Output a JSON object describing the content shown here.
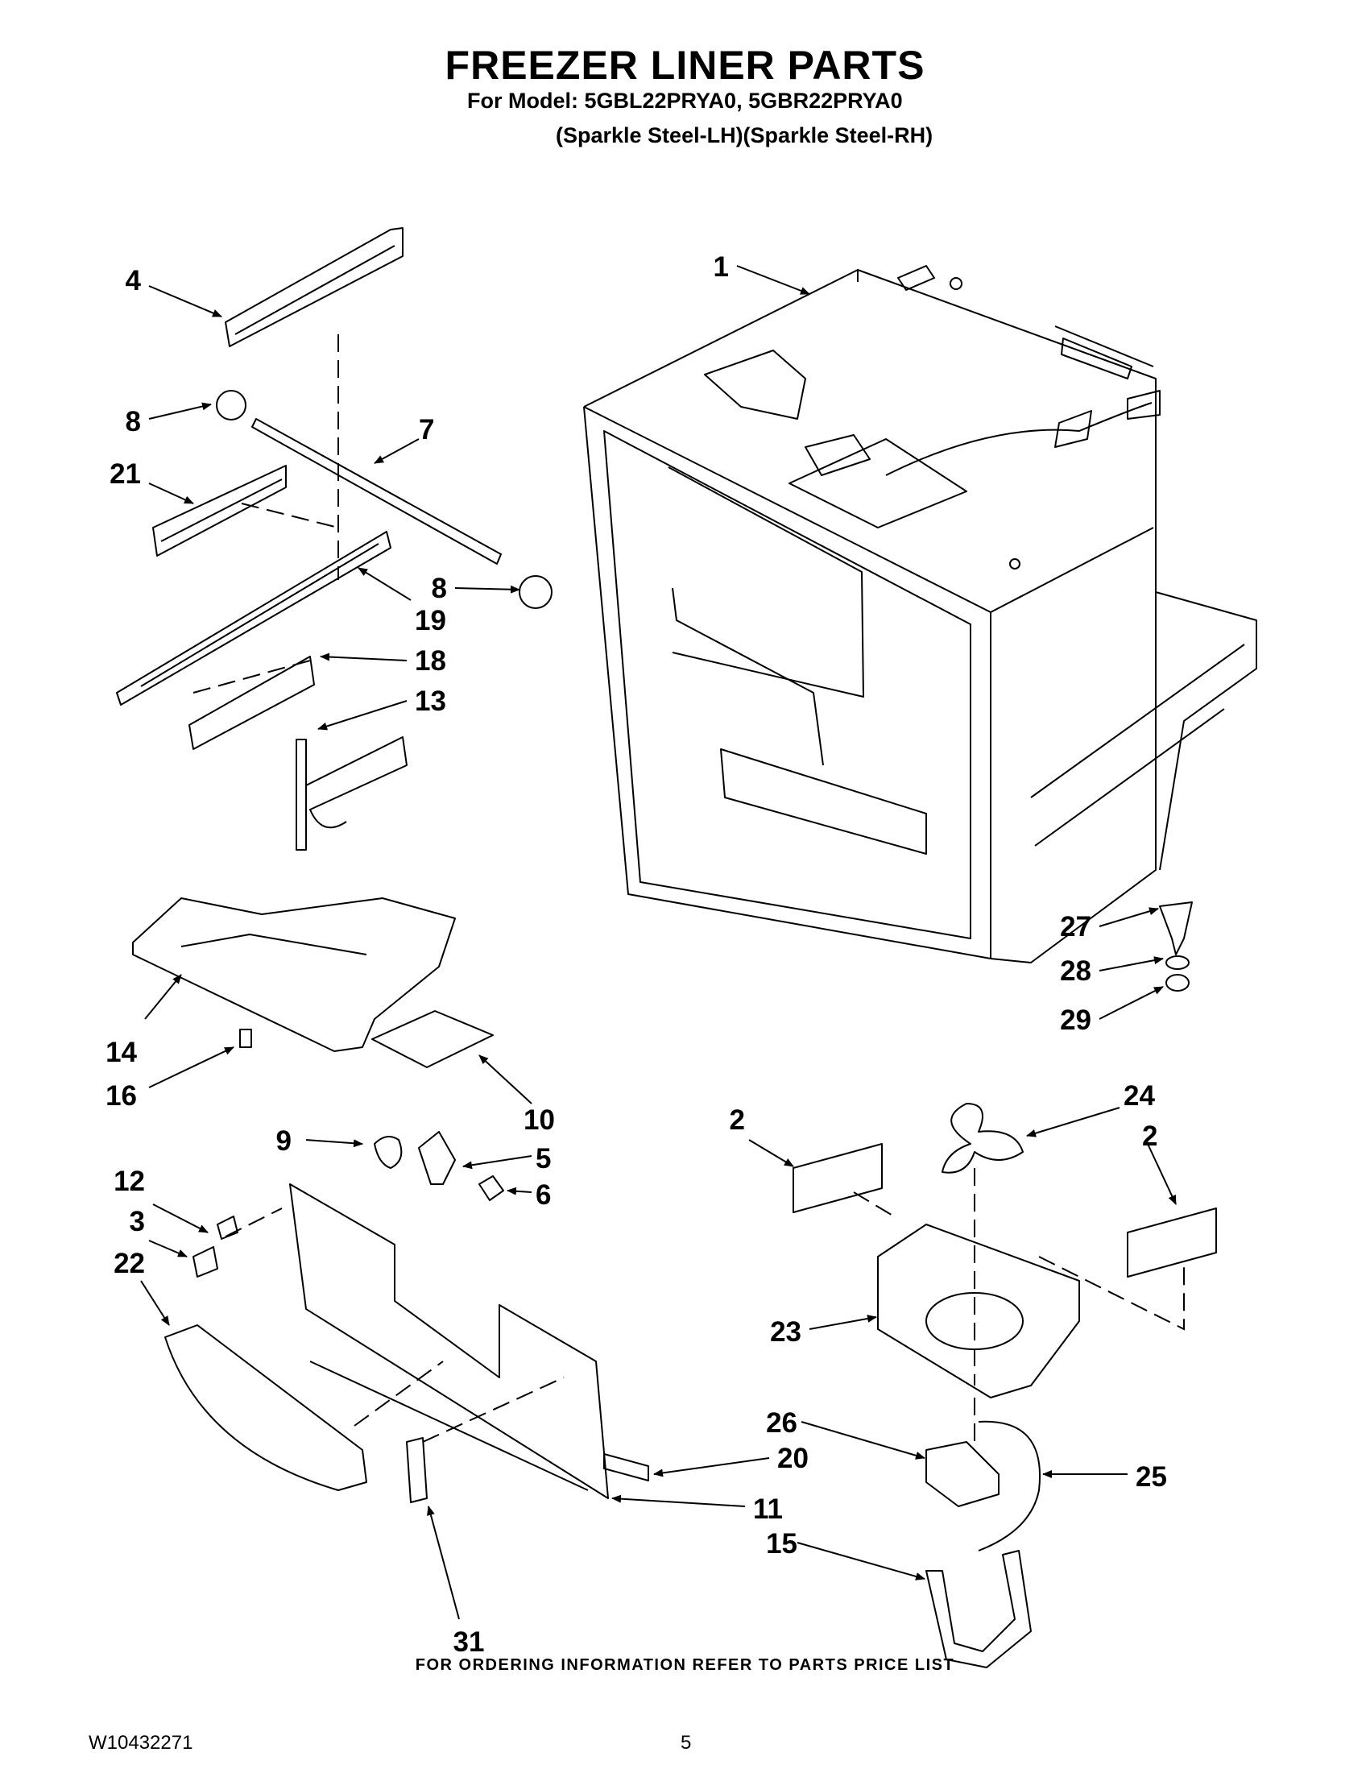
{
  "header": {
    "title": "FREEZER LINER PARTS",
    "model_line": "For Model: 5GBL22PRYA0, 5GBR22PRYA0",
    "variant_line": "(Sparkle Steel-LH)(Sparkle Steel-RH)"
  },
  "callouts": {
    "c1": "1",
    "c2a": "2",
    "c2b": "2",
    "c3": "3",
    "c4": "4",
    "c5": "5",
    "c6": "6",
    "c7": "7",
    "c8a": "8",
    "c8b": "8",
    "c9": "9",
    "c10": "10",
    "c11": "11",
    "c12": "12",
    "c13": "13",
    "c14": "14",
    "c15": "15",
    "c16": "16",
    "c18": "18",
    "c19": "19",
    "c20": "20",
    "c21": "21",
    "c22": "22",
    "c23": "23",
    "c24": "24",
    "c25": "25",
    "c26": "26",
    "c27": "27",
    "c28": "28",
    "c29": "29",
    "c31": "31"
  },
  "footer": {
    "ordering_note": "FOR ORDERING INFORMATION REFER TO PARTS PRICE LIST",
    "doc_number": "W10432271",
    "page_number": "5"
  }
}
